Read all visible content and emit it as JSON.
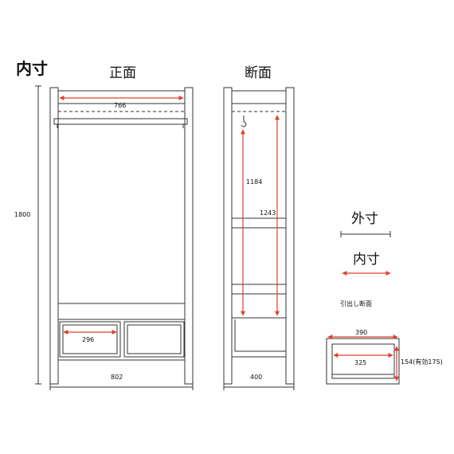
{
  "labels": {
    "inner_dimensions_title": "内寸",
    "front_view": "正面",
    "section_view": "断面",
    "outer_legend": "外寸",
    "inner_legend": "内寸",
    "drawer_section": "引出し断面"
  },
  "dimensions": {
    "height_total": "1800",
    "inner_width": "766",
    "drawer_inner_width": "296",
    "width_total": "802",
    "rail_to_shelf": "1184",
    "rail_to_bottom": "1243",
    "depth_total": "400",
    "drawer_outer_depth": "390",
    "drawer_inner_depth": "325",
    "drawer_height": "154(有効175)"
  },
  "colors": {
    "line": "#333333",
    "accent": "#e0402a"
  }
}
